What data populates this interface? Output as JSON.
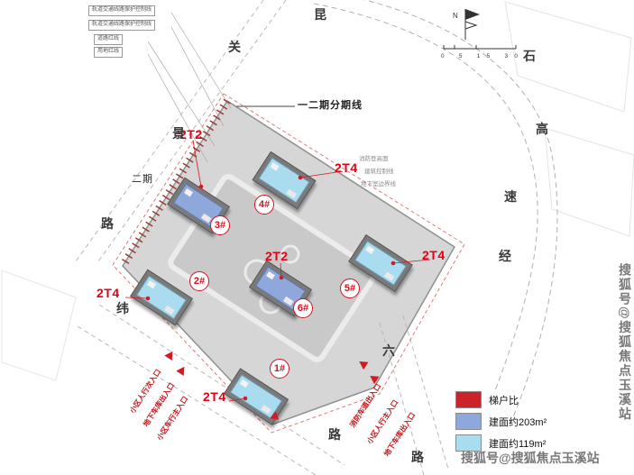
{
  "annotations": {
    "phase_line": "一二期分期线",
    "phase2": "二期",
    "north": "N",
    "scale": "0  5  15  30"
  },
  "protect_boxes": [
    "轨道交通线路保护控制线",
    "轨道交通线路保护控制线",
    "道路红线",
    "用地红线"
  ],
  "road_chars": [
    "昆",
    "关",
    "景",
    "路",
    "纬",
    "石",
    "高",
    "速",
    "经",
    "六",
    "路",
    "路"
  ],
  "buildings": [
    {
      "badge": "1#",
      "tier": "2T4",
      "area": "建面约119m²"
    },
    {
      "badge": "2#",
      "tier": "2T4",
      "area": "建面约119m²"
    },
    {
      "badge": "3#",
      "tier": "2T2",
      "area": "建面约203m²"
    },
    {
      "badge": "4#",
      "tier": "2T4",
      "area": "建面约119m²"
    },
    {
      "badge": "5#",
      "tier": "2T4",
      "area": "建面约119m²"
    },
    {
      "badge": "6#",
      "tier": "2T2",
      "area": "建面约203m²"
    }
  ],
  "site_notes": [
    "消防登高面",
    "建筑控制线",
    "地下室边界线"
  ],
  "entrances": [
    "小区人行次入口",
    "地下车库出入口",
    "小区车行主入口",
    "消防车道出入口",
    "小区人行主入口",
    "地下车库出入口"
  ],
  "legend": [
    {
      "label": "梯户比",
      "color": "#cc2229"
    },
    {
      "label": "建面约203m²",
      "color": "#8fa8dc"
    },
    {
      "label": "建面约119m²",
      "color": "#a8dcee"
    }
  ],
  "watermark": "搜狐号@搜狐焦点玉溪站"
}
